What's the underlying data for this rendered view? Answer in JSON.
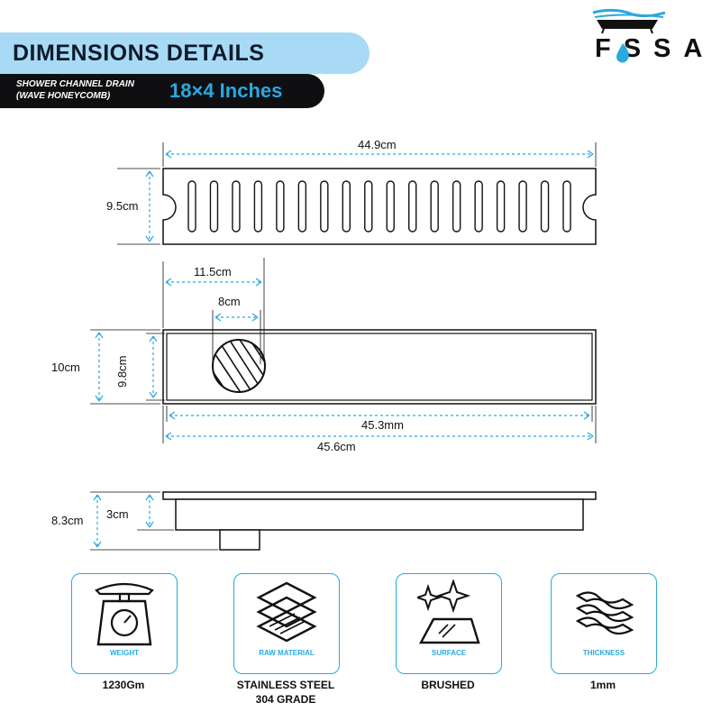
{
  "header": {
    "title": "DIMENSIONS DETAILS",
    "subtitle_line1": "SHOWER CHANNEL DRAIN",
    "subtitle_line2": "(WAVE HONEYCOMB)",
    "size": "18×4 Inches",
    "brand": "FSSA",
    "logo_icon": "bathtub-icon"
  },
  "colors": {
    "accent": "#29a9e0",
    "banner_light": "#a8daf5",
    "banner_dark": "#0f0f12"
  },
  "top_view": {
    "length": "44.9cm",
    "width": "9.5cm",
    "slot_count": 18
  },
  "frame_view": {
    "outlet_offset": "11.5cm",
    "outlet_diameter": "8cm",
    "outer_width": "10cm",
    "inner_width": "9.8cm",
    "inner_length": "45.3mm",
    "outer_length": "45.6cm"
  },
  "side_view": {
    "total_height": "8.3cm",
    "channel_depth": "3cm"
  },
  "specs": [
    {
      "label": "WEIGHT",
      "value": "1230Gm",
      "icon": "scale-icon"
    },
    {
      "label": "RAW MATERIAL",
      "value": "STAINLESS STEEL\n304 GRADE",
      "icon": "layers-icon"
    },
    {
      "label": "SURFACE",
      "value": "BRUSHED",
      "icon": "sparkle-surface-icon"
    },
    {
      "label": "THICKNESS",
      "value": "1mm",
      "icon": "sheets-icon"
    }
  ]
}
